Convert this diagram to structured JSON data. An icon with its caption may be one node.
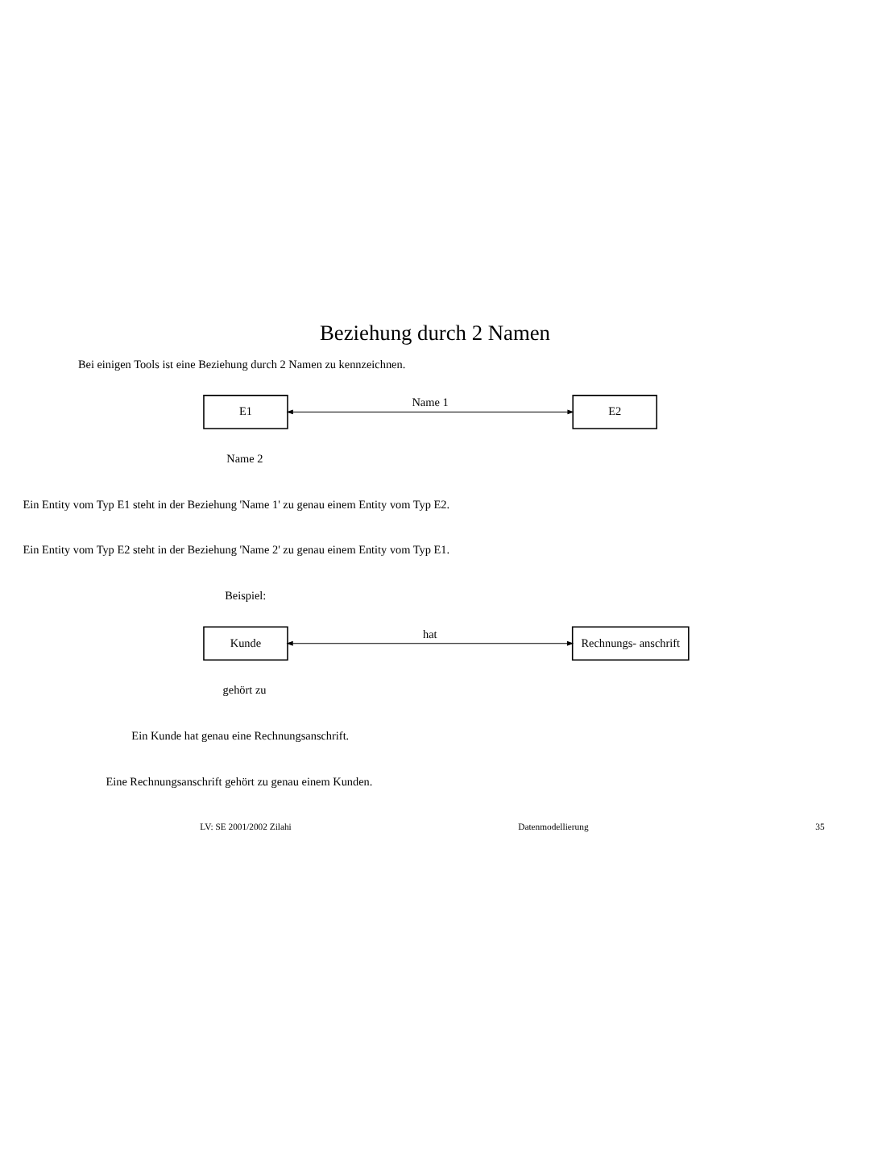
{
  "diagram": {
    "title": "Beziehung durch 2 Namen",
    "nodes": [
      {
        "text": [
          "E1"
        ]
      },
      {
        "text": [
          "E2"
        ]
      },
      {
        "text": [
          "Kunde"
        ]
      },
      {
        "text": [
          "Rechnungs- anschrift"
        ]
      }
    ],
    "edges": [
      {
        "from": 0,
        "to": 1,
        "arrow": "both",
        "label": "Name 1"
      },
      {
        "from": 2,
        "to": 3,
        "arrow": "both",
        "label": "hat"
      }
    ],
    "labels": [
      "Bei einigen Tools ist eine Beziehung durch 2 Namen zu kennzeichnen.",
      "Name 2",
      "Ein Entity vom Typ E1 steht in der Beziehung 'Name 1' zu genau einem Entity vom Typ E2.",
      "Ein Entity vom Typ E2 steht in der Beziehung 'Name 2' zu genau einem Entity vom Typ E1.",
      "Beispiel:",
      "gehört zu",
      "Ein Kunde hat genau eine Rechnungsanschrift.",
      "Eine Rechnungsanschrift gehört zu genau einem Kunden.",
      "LV: SE 2001/2002 Zilahi",
      "Datenmodellierung",
      "35"
    ]
  }
}
